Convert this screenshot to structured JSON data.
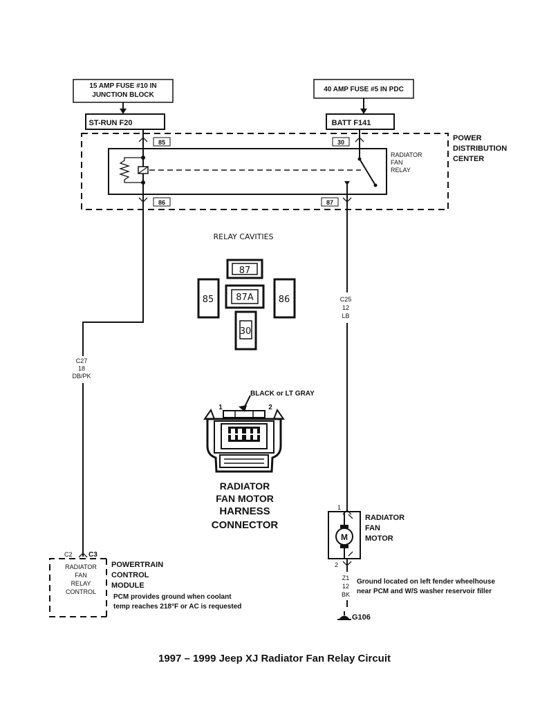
{
  "fuses": {
    "left_box_line1": "15 AMP FUSE #10 IN",
    "left_box_line2": "JUNCTION BLOCK",
    "right_box": "40 AMP FUSE #5 IN PDC",
    "left_tag": "ST-RUN F20",
    "right_tag": "BATT F141"
  },
  "pdc": {
    "label_line1": "POWER",
    "label_line2": "DISTRIBUTION",
    "label_line3": "CENTER",
    "relay_line1": "RADIATOR",
    "relay_line2": "FAN",
    "relay_line3": "RELAY",
    "pin_85": "85",
    "pin_30": "30",
    "pin_86": "86",
    "pin_87": "87"
  },
  "relay_cavities": {
    "title": "RELAY CAVITIES",
    "c87": "87",
    "c85": "85",
    "c87a": "87A",
    "c86": "86",
    "c30": "30"
  },
  "wire_left": {
    "circuit": "C27",
    "gauge": "18",
    "color": "DB/PK"
  },
  "wire_right": {
    "circuit": "C25",
    "gauge": "12",
    "color": "LB"
  },
  "connector": {
    "pin1": "1",
    "pin2": "2",
    "color_note": "BLACK or LT GRAY",
    "title_line1": "RADIATOR",
    "title_line2": "FAN MOTOR",
    "title_line3": "HARNESS",
    "title_line4": "CONNECTOR"
  },
  "motor": {
    "pin1": "1",
    "pin2": "2",
    "symbol": "M",
    "label_line1": "RADIATOR",
    "label_line2": "FAN",
    "label_line3": "MOTOR"
  },
  "ground": {
    "circuit": "Z1",
    "gauge": "12",
    "color": "BK",
    "id": "G106",
    "note_line1": "Ground located on left fender wheelhouse",
    "note_line2": "near PCM and W/S washer reservoir filler"
  },
  "pcm": {
    "pin_c2": "C2",
    "pin_c3": "C3",
    "inner_line1": "RADIATOR",
    "inner_line2": "FAN",
    "inner_line3": "RELAY",
    "inner_line4": "CONTROL",
    "label_line1": "POWERTRAIN",
    "label_line2": "CONTROL",
    "label_line3": "MODULE",
    "note_line1": "PCM provides ground when coolant",
    "note_line2": "temp reaches 218°F or AC is requested"
  },
  "caption": "1997 – 1999 Jeep XJ Radiator Fan Relay Circuit"
}
